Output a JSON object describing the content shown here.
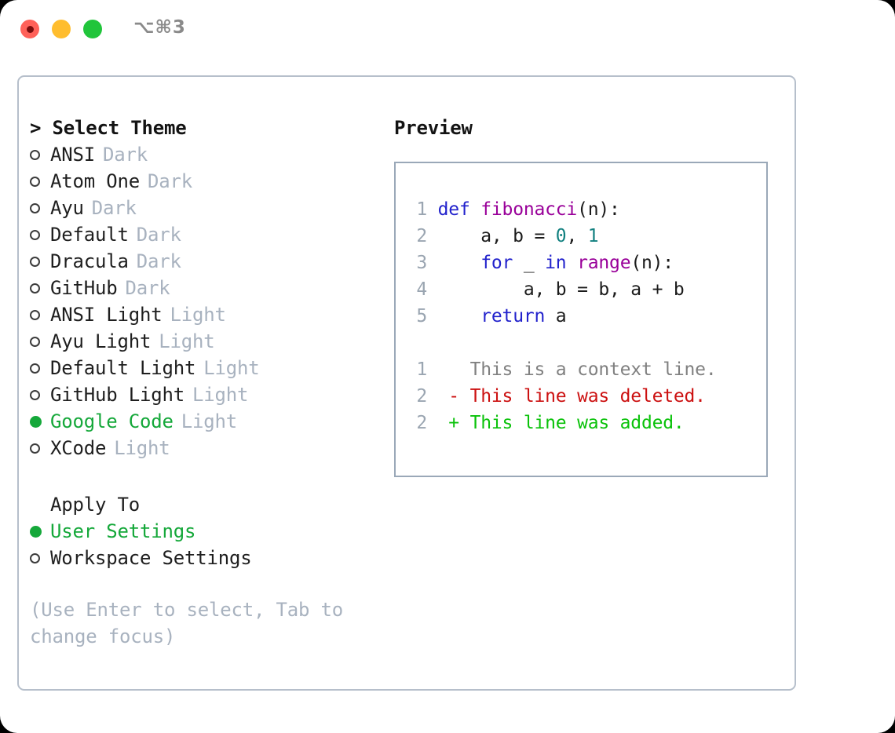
{
  "titlebar": {
    "shortcut": "⌥⌘3",
    "buttons": [
      {
        "name": "close-button",
        "color": "#ff6159",
        "recording": true
      },
      {
        "name": "minimize-button",
        "color": "#ffbd2e",
        "recording": false
      },
      {
        "name": "maximize-button",
        "color": "#21c53b",
        "recording": false
      }
    ]
  },
  "colors": {
    "panel_border": "#b6bfcb",
    "preview_border": "#9aa8b8",
    "accent_green": "#15a83a",
    "dim_text": "#a8b2bf",
    "keyword_blue": "#2222cc",
    "function_magenta": "#990099",
    "number_teal": "#11807f",
    "diff_delete_red": "#cc1111",
    "diff_add_green": "#0ac20a",
    "line_number_gray": "#9aa5b1"
  },
  "theme_list": {
    "heading": "> Select Theme",
    "items": [
      {
        "label": "ANSI",
        "tag": "Dark",
        "selected": false
      },
      {
        "label": "Atom One",
        "tag": "Dark",
        "selected": false
      },
      {
        "label": "Ayu",
        "tag": "Dark",
        "selected": false
      },
      {
        "label": "Default",
        "tag": "Dark",
        "selected": false
      },
      {
        "label": "Dracula",
        "tag": "Dark",
        "selected": false
      },
      {
        "label": "GitHub",
        "tag": "Dark",
        "selected": false
      },
      {
        "label": "ANSI Light",
        "tag": "Light",
        "selected": false
      },
      {
        "label": "Ayu Light",
        "tag": "Light",
        "selected": false
      },
      {
        "label": "Default Light",
        "tag": "Light",
        "selected": false
      },
      {
        "label": "GitHub Light",
        "tag": "Light",
        "selected": false
      },
      {
        "label": "Google Code",
        "tag": "Light",
        "selected": true
      },
      {
        "label": "XCode",
        "tag": "Light",
        "selected": false
      }
    ]
  },
  "apply_to": {
    "heading": "Apply To",
    "options": [
      {
        "label": "User Settings",
        "selected": true
      },
      {
        "label": "Workspace Settings",
        "selected": false
      }
    ]
  },
  "hint": "(Use Enter to select, Tab to change focus)",
  "preview": {
    "heading": "Preview",
    "code_lines": [
      {
        "number": "1",
        "tokens": [
          {
            "t": "def ",
            "c": "kw"
          },
          {
            "t": "fibonacci",
            "c": "fn"
          },
          {
            "t": "(n):",
            "c": "pl"
          }
        ]
      },
      {
        "number": "2",
        "tokens": [
          {
            "t": "    a, b = ",
            "c": "pl"
          },
          {
            "t": "0",
            "c": "num"
          },
          {
            "t": ", ",
            "c": "pl"
          },
          {
            "t": "1",
            "c": "num"
          }
        ]
      },
      {
        "number": "3",
        "tokens": [
          {
            "t": "    ",
            "c": "pl"
          },
          {
            "t": "for",
            "c": "kw"
          },
          {
            "t": " _ ",
            "c": "pl"
          },
          {
            "t": "in",
            "c": "kw"
          },
          {
            "t": " ",
            "c": "pl"
          },
          {
            "t": "range",
            "c": "fn"
          },
          {
            "t": "(n):",
            "c": "pl"
          }
        ]
      },
      {
        "number": "4",
        "tokens": [
          {
            "t": "        a, b = b, a + b",
            "c": "pl"
          }
        ]
      },
      {
        "number": "5",
        "tokens": [
          {
            "t": "    ",
            "c": "pl"
          },
          {
            "t": "return",
            "c": "kw"
          },
          {
            "t": " a",
            "c": "pl"
          }
        ]
      }
    ],
    "diff_lines": [
      {
        "number": "1",
        "marker": "  ",
        "text": "This is a context line.",
        "kind": "ctx"
      },
      {
        "number": "2",
        "marker": "- ",
        "text": "This line was deleted.",
        "kind": "del"
      },
      {
        "number": "2",
        "marker": "+ ",
        "text": "This line was added.",
        "kind": "add"
      }
    ]
  }
}
